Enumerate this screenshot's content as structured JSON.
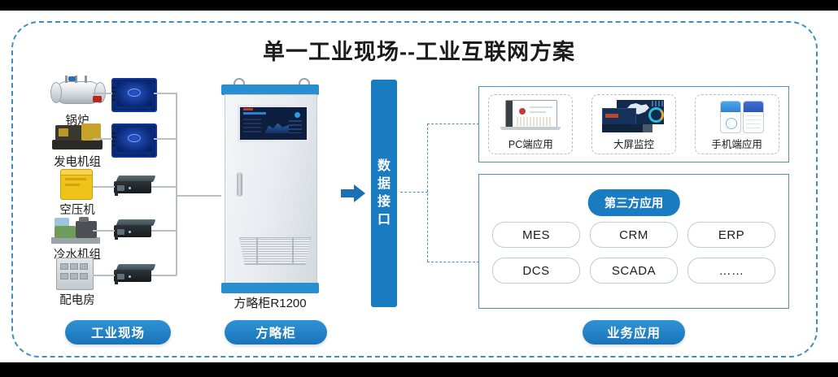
{
  "title": "单一工业现场--工业互联网方案",
  "colors": {
    "accent_blue": "#1a7cc0",
    "frame_dash": "#3c8ec4",
    "panel_border": "#4f90bf",
    "wire_gray": "#b9bec2"
  },
  "field_devices": [
    {
      "label": "锅炉",
      "device_icon": "boiler-icon",
      "gateway_icon": "hmi-panel-icon"
    },
    {
      "label": "发电机组",
      "device_icon": "generator-set-icon",
      "gateway_icon": "hmi-panel-icon"
    },
    {
      "label": "空压机",
      "device_icon": "air-compressor-icon",
      "gateway_icon": "gateway-box-icon"
    },
    {
      "label": "冷水机组",
      "device_icon": "chiller-unit-icon",
      "gateway_icon": "gateway-box-icon"
    },
    {
      "label": "配电房",
      "device_icon": "power-distribution-icon",
      "gateway_icon": "gateway-box-icon"
    }
  ],
  "cabinet": {
    "label": "方略柜R1200",
    "screen_icon": "cabinet-hmi-screen-icon"
  },
  "data_interface": {
    "label": "数据接口",
    "chars": [
      "数",
      "据",
      "接",
      "口"
    ],
    "arrow_icon": "right-arrow-icon"
  },
  "app_panel": {
    "cards": [
      {
        "label": "PC端应用",
        "icon": "laptop-dashboard-icon"
      },
      {
        "label": "大屏监控",
        "icon": "big-screen-monitor-icon"
      },
      {
        "label": "手机端应用",
        "icon": "mobile-phones-icon"
      }
    ]
  },
  "business_panel": {
    "badge": "第三方应用",
    "pills": [
      "MES",
      "CRM",
      "ERP",
      "DCS",
      "SCADA",
      "……"
    ]
  },
  "bottom_pills": [
    {
      "label": "工业现场"
    },
    {
      "label": "方略柜"
    },
    {
      "label": "业务应用"
    }
  ]
}
